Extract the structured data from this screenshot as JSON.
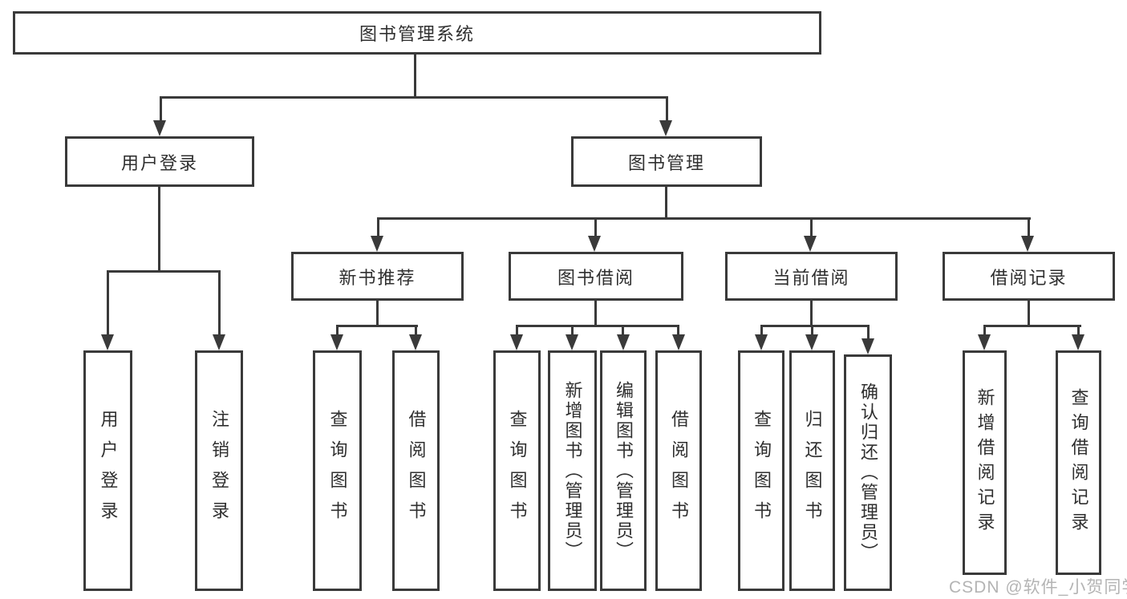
{
  "diagram": {
    "title": "图书管理系统",
    "branches": [
      {
        "label": "用户登录",
        "children": [
          "用户登录",
          "注销登录"
        ]
      },
      {
        "label": "图书管理",
        "sections": [
          {
            "label": "新书推荐",
            "children": [
              "查询图书",
              "借阅图书"
            ]
          },
          {
            "label": "图书借阅",
            "children": [
              "查询图书",
              "新增图书（管理员）",
              "编辑图书（管理员）",
              "借阅图书"
            ]
          },
          {
            "label": "当前借阅",
            "children": [
              "查询图书",
              "归还图书",
              "确认归还（管理员）"
            ]
          },
          {
            "label": "借阅记录",
            "children": [
              "新增借阅记录",
              "查询借阅记录"
            ]
          }
        ]
      }
    ]
  },
  "watermark": {
    "text": "CSDN @软件_小贺同学",
    "color": "#b4b4b4"
  },
  "colors": {
    "line": "#3a3a3a",
    "text": "#2f2f2f",
    "background": "#ffffff"
  }
}
